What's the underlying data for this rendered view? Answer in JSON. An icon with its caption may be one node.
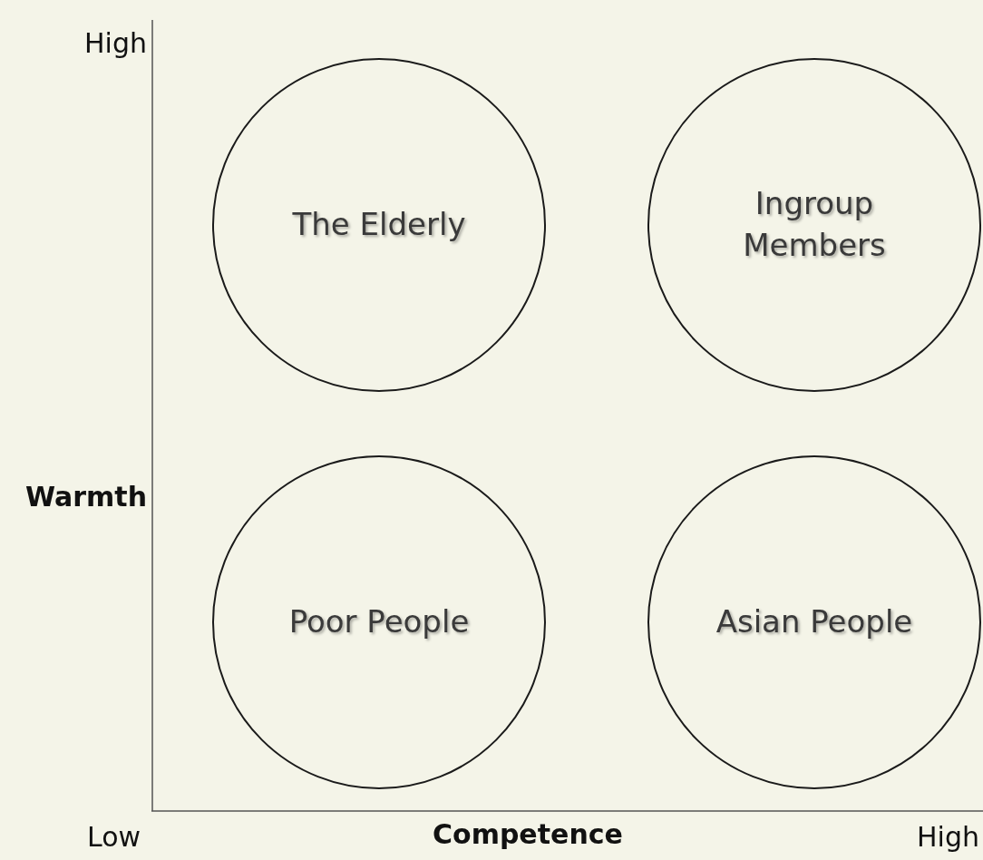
{
  "diagram": {
    "nodes": [
      {
        "text": [
          "The Elderly"
        ]
      },
      {
        "text": [
          "Ingroup Members"
        ]
      },
      {
        "text": [
          "Poor People"
        ]
      },
      {
        "text": [
          "Asian People"
        ]
      }
    ],
    "labels": [
      "High",
      "Warmth",
      "Low",
      "Competence",
      "High"
    ]
  }
}
